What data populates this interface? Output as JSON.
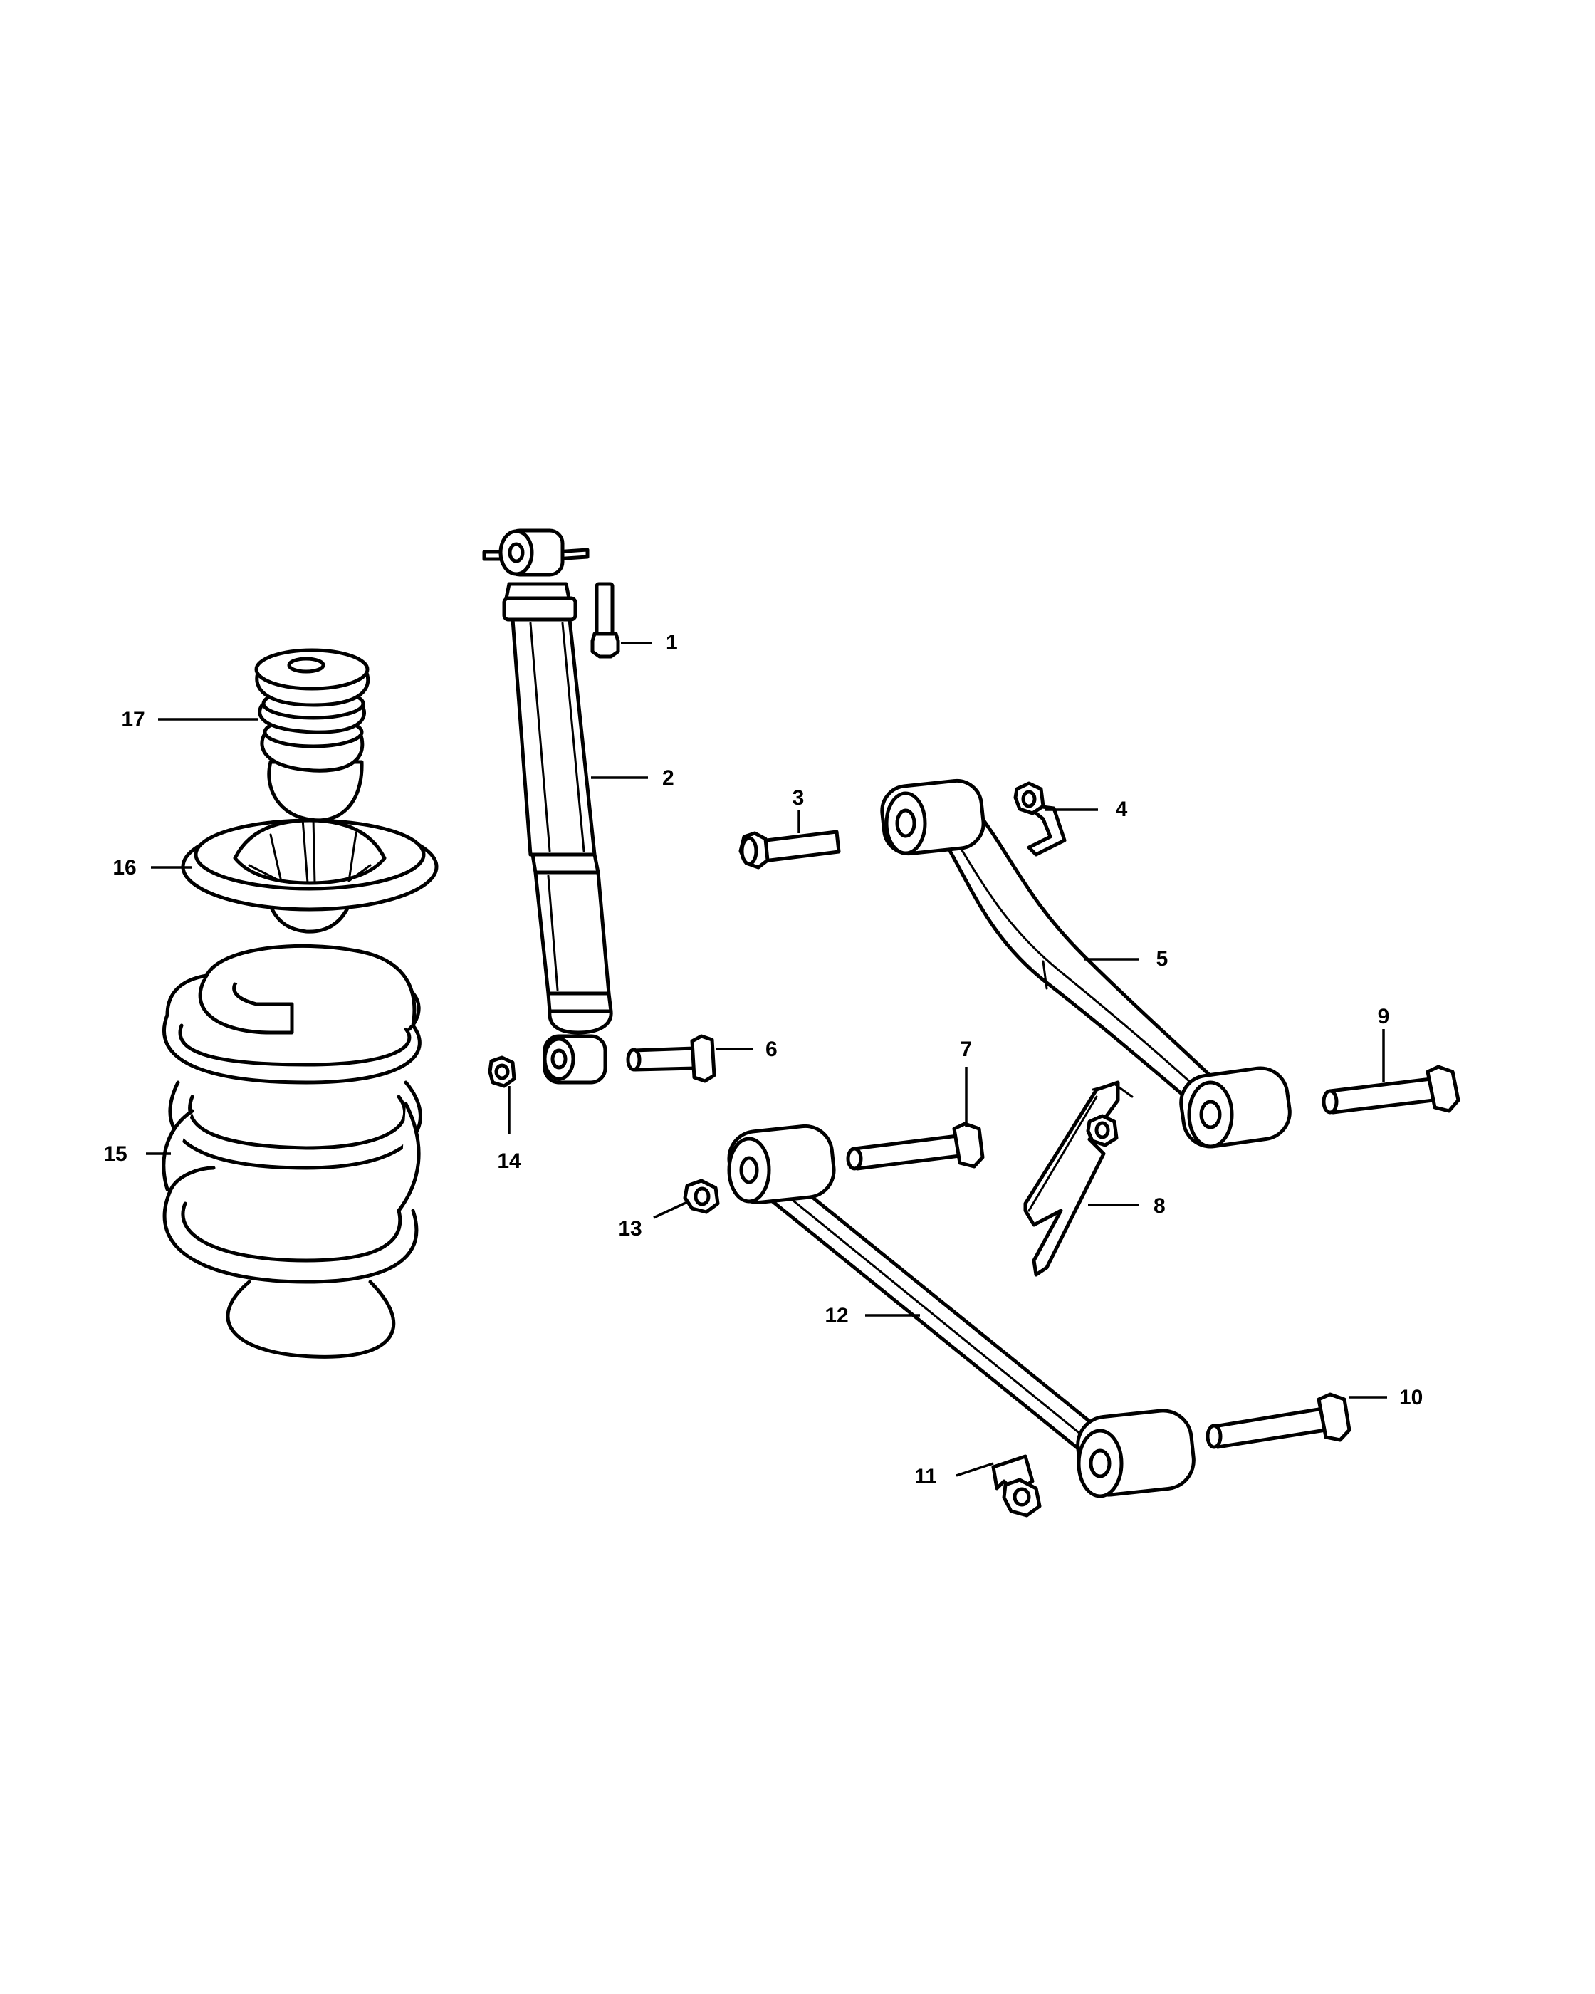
{
  "callouts": [
    {
      "id": "1",
      "label": "1",
      "part": "shock-mount-bolt"
    },
    {
      "id": "2",
      "label": "2",
      "part": "shock-absorber"
    },
    {
      "id": "3",
      "label": "3",
      "part": "upper-arm-front-bolt"
    },
    {
      "id": "4",
      "label": "4",
      "part": "upper-arm-front-nut-clip"
    },
    {
      "id": "5",
      "label": "5",
      "part": "upper-control-arm"
    },
    {
      "id": "6",
      "label": "6",
      "part": "shock-lower-bolt"
    },
    {
      "id": "7",
      "label": "7",
      "part": "lower-arm-front-bolt"
    },
    {
      "id": "8",
      "label": "8",
      "part": "bracket-with-nut"
    },
    {
      "id": "9",
      "label": "9",
      "part": "upper-arm-rear-bolt"
    },
    {
      "id": "10",
      "label": "10",
      "part": "lower-arm-rear-bolt"
    },
    {
      "id": "11",
      "label": "11",
      "part": "lower-arm-rear-nut-clip"
    },
    {
      "id": "12",
      "label": "12",
      "part": "lower-control-arm"
    },
    {
      "id": "13",
      "label": "13",
      "part": "lower-arm-front-nut"
    },
    {
      "id": "14",
      "label": "14",
      "part": "shock-lower-nut"
    },
    {
      "id": "15",
      "label": "15",
      "part": "coil-spring"
    },
    {
      "id": "16",
      "label": "16",
      "part": "spring-isolator"
    },
    {
      "id": "17",
      "label": "17",
      "part": "jounce-bumper"
    }
  ],
  "colors": {
    "line": "#000000",
    "background": "#ffffff"
  }
}
